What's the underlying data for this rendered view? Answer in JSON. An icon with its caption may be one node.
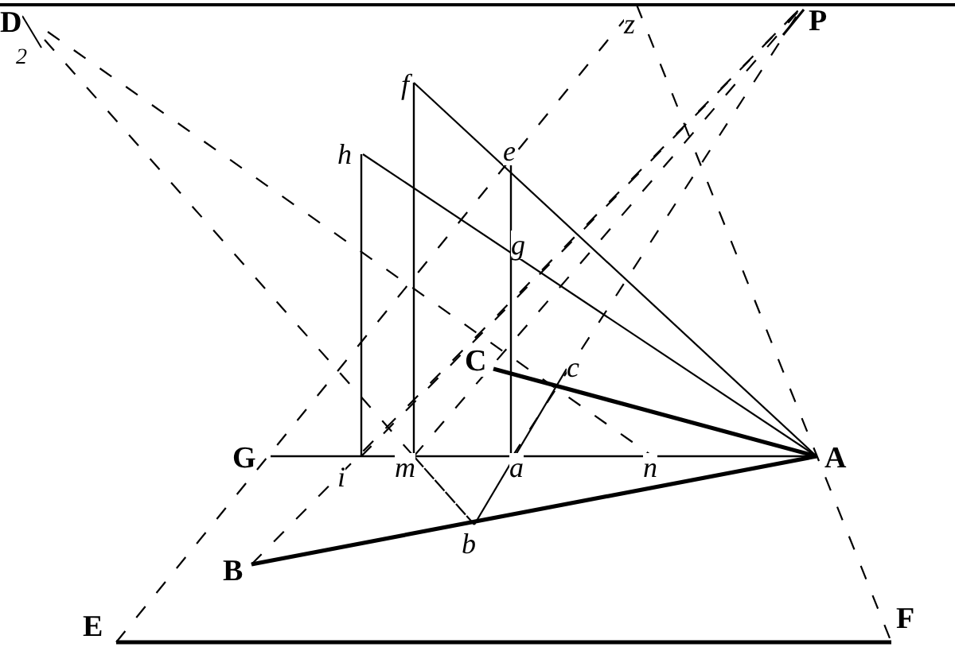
{
  "diagram": {
    "labels": [
      "D",
      "2",
      "z",
      "P",
      "f",
      "h",
      "e",
      "g",
      "C",
      "c",
      "G",
      "i",
      "m",
      "a",
      "n",
      "A",
      "B",
      "b",
      "E",
      "F"
    ]
  }
}
